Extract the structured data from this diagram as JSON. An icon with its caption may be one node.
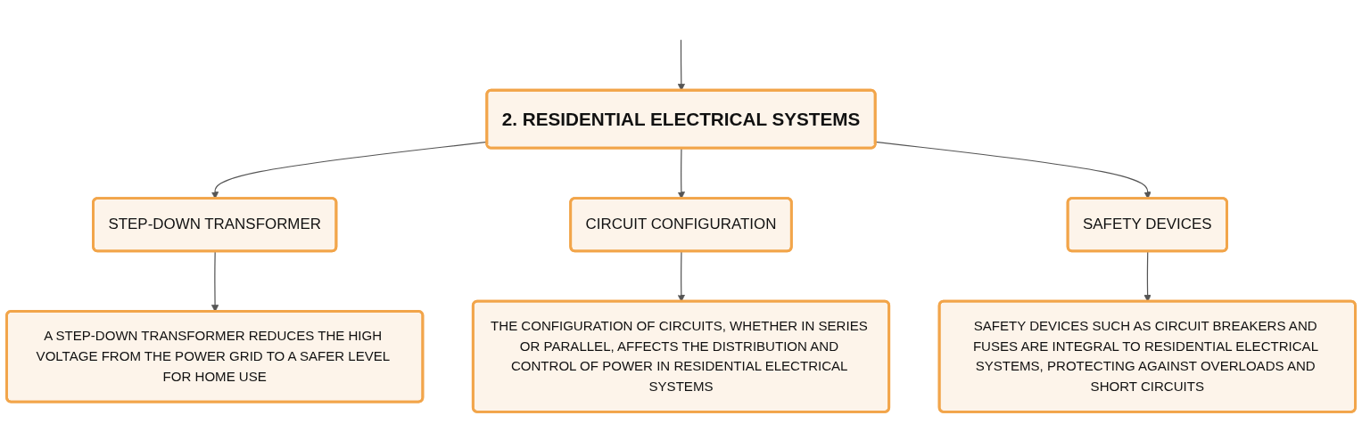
{
  "diagram": {
    "nodes": [
      {
        "text": [
          "2. RESIDENTIAL ELECTRICAL SYSTEMS"
        ]
      },
      {
        "text": [
          "STEP-DOWN TRANSFORMER"
        ]
      },
      {
        "text": [
          "CIRCUIT CONFIGURATION"
        ]
      },
      {
        "text": [
          "SAFETY DEVICES"
        ]
      },
      {
        "text": [
          "A STEP-DOWN TRANSFORMER REDUCES THE HIGH VOLTAGE FROM THE POWER GRID TO A SAFER LEVEL FOR HOME USE"
        ]
      },
      {
        "text": [
          "THE CONFIGURATION OF CIRCUITS, WHETHER IN SERIES OR PARALLEL, AFFECTS THE DISTRIBUTION AND CONTROL OF POWER IN RESIDENTIAL ELECTRICAL SYSTEMS"
        ]
      },
      {
        "text": [
          "SAFETY DEVICES SUCH AS CIRCUIT BREAKERS AND FUSES ARE INTEGRAL TO RESIDENTIAL ELECTRICAL SYSTEMS, PROTECTING AGAINST OVERLOADS AND SHORT CIRCUITS"
        ]
      }
    ],
    "edges": [
      {
        "from": null,
        "to": 0,
        "arrow": "to"
      },
      {
        "from": 0,
        "to": 1,
        "arrow": "to"
      },
      {
        "from": 0,
        "to": 2,
        "arrow": "to"
      },
      {
        "from": 0,
        "to": 3,
        "arrow": "to"
      },
      {
        "from": 1,
        "to": 4,
        "arrow": "to"
      },
      {
        "from": 2,
        "to": 5,
        "arrow": "to"
      },
      {
        "from": 3,
        "to": 6,
        "arrow": "to"
      }
    ]
  }
}
